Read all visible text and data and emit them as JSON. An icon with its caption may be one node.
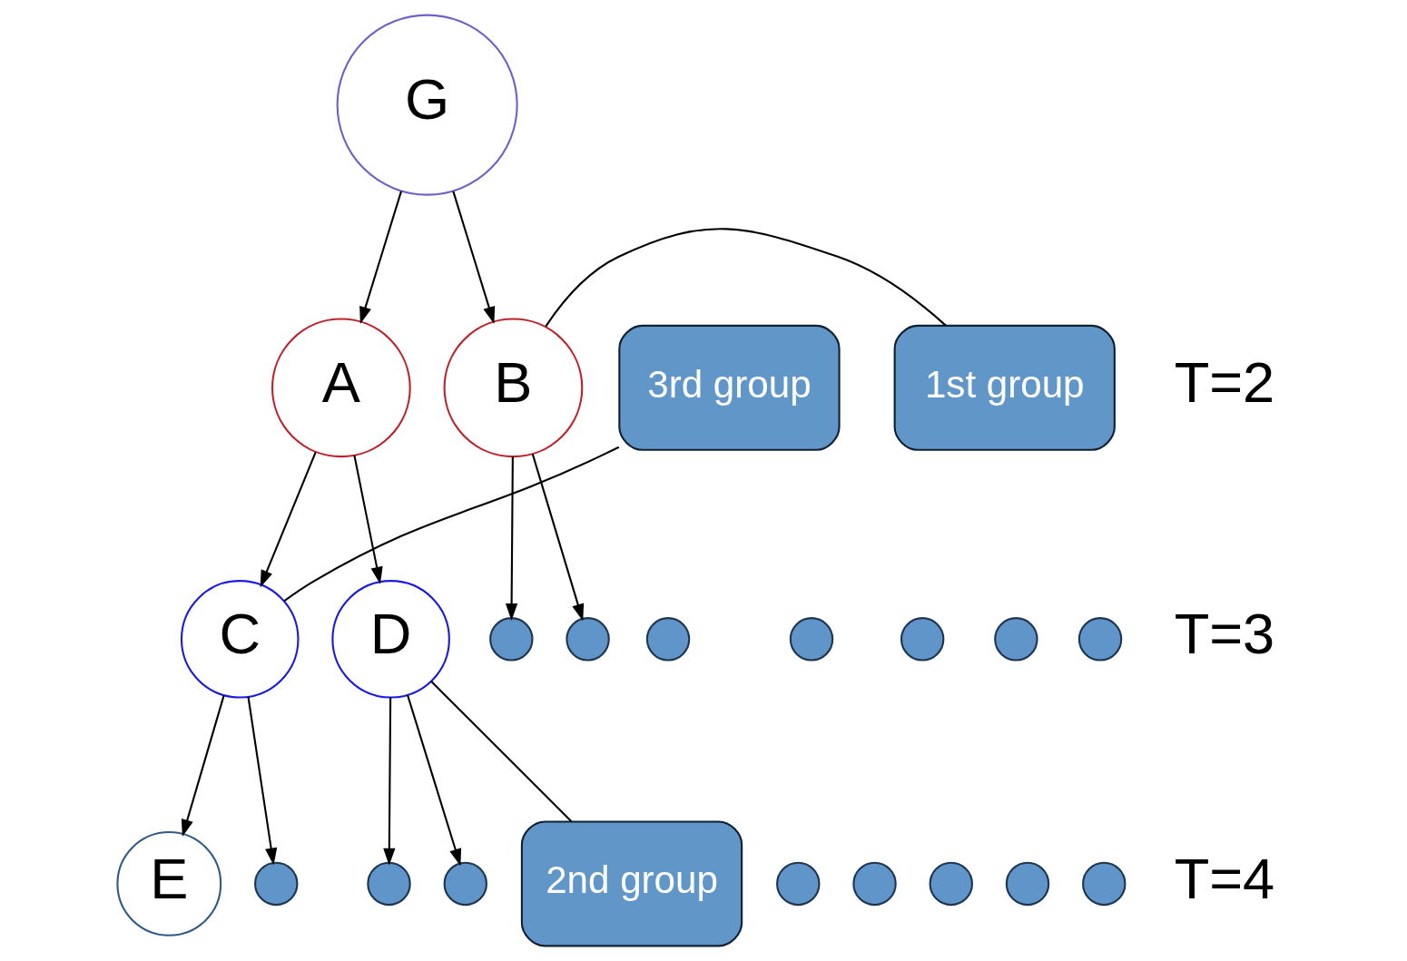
{
  "diagram": {
    "nodes": [
      {
        "text": [
          "G"
        ]
      },
      {
        "text": [
          "A"
        ]
      },
      {
        "text": [
          "B"
        ]
      },
      {
        "text": [
          "3rd group"
        ]
      },
      {
        "text": [
          "1st group"
        ]
      },
      {
        "text": [
          "C"
        ]
      },
      {
        "text": [
          "D"
        ]
      },
      {
        "text": [],
        "shape": "circle"
      },
      {
        "text": [],
        "shape": "circle"
      },
      {
        "text": [],
        "shape": "circle"
      },
      {
        "text": [],
        "shape": "circle"
      },
      {
        "text": [],
        "shape": "circle"
      },
      {
        "text": [],
        "shape": "circle"
      },
      {
        "text": [],
        "shape": "circle"
      },
      {
        "text": [
          "2nd group"
        ]
      },
      {
        "text": [
          "E"
        ]
      },
      {
        "text": [],
        "shape": "circle"
      },
      {
        "text": [],
        "shape": "circle"
      },
      {
        "text": [],
        "shape": "circle"
      },
      {
        "text": [],
        "shape": "circle"
      },
      {
        "text": [],
        "shape": "circle"
      },
      {
        "text": [],
        "shape": "circle"
      },
      {
        "text": [],
        "shape": "circle"
      },
      {
        "text": [],
        "shape": "circle"
      }
    ],
    "edges": [
      {
        "from": 0,
        "to": 1,
        "arrow": "to"
      },
      {
        "from": 0,
        "to": 2,
        "arrow": "to"
      },
      {
        "from": 1,
        "to": 5,
        "arrow": "to"
      },
      {
        "from": 1,
        "to": 6,
        "arrow": "to"
      },
      {
        "from": 2,
        "to": 7,
        "arrow": "to"
      },
      {
        "from": 2,
        "to": 13,
        "arrow": "to"
      },
      {
        "from": 5,
        "to": 15,
        "arrow": "to"
      },
      {
        "from": 5,
        "to": 16,
        "arrow": "to"
      },
      {
        "from": 6,
        "to": 17,
        "arrow": "to"
      },
      {
        "from": 6,
        "to": 23,
        "arrow": "to"
      },
      {
        "from": 3,
        "to": 5,
        "arrow": "none"
      },
      {
        "from": 4,
        "to": 2,
        "arrow": "none"
      },
      {
        "from": 14,
        "to": 6,
        "arrow": "none"
      }
    ],
    "labels": [
      "T=2",
      "T=3",
      "T=4"
    ]
  }
}
